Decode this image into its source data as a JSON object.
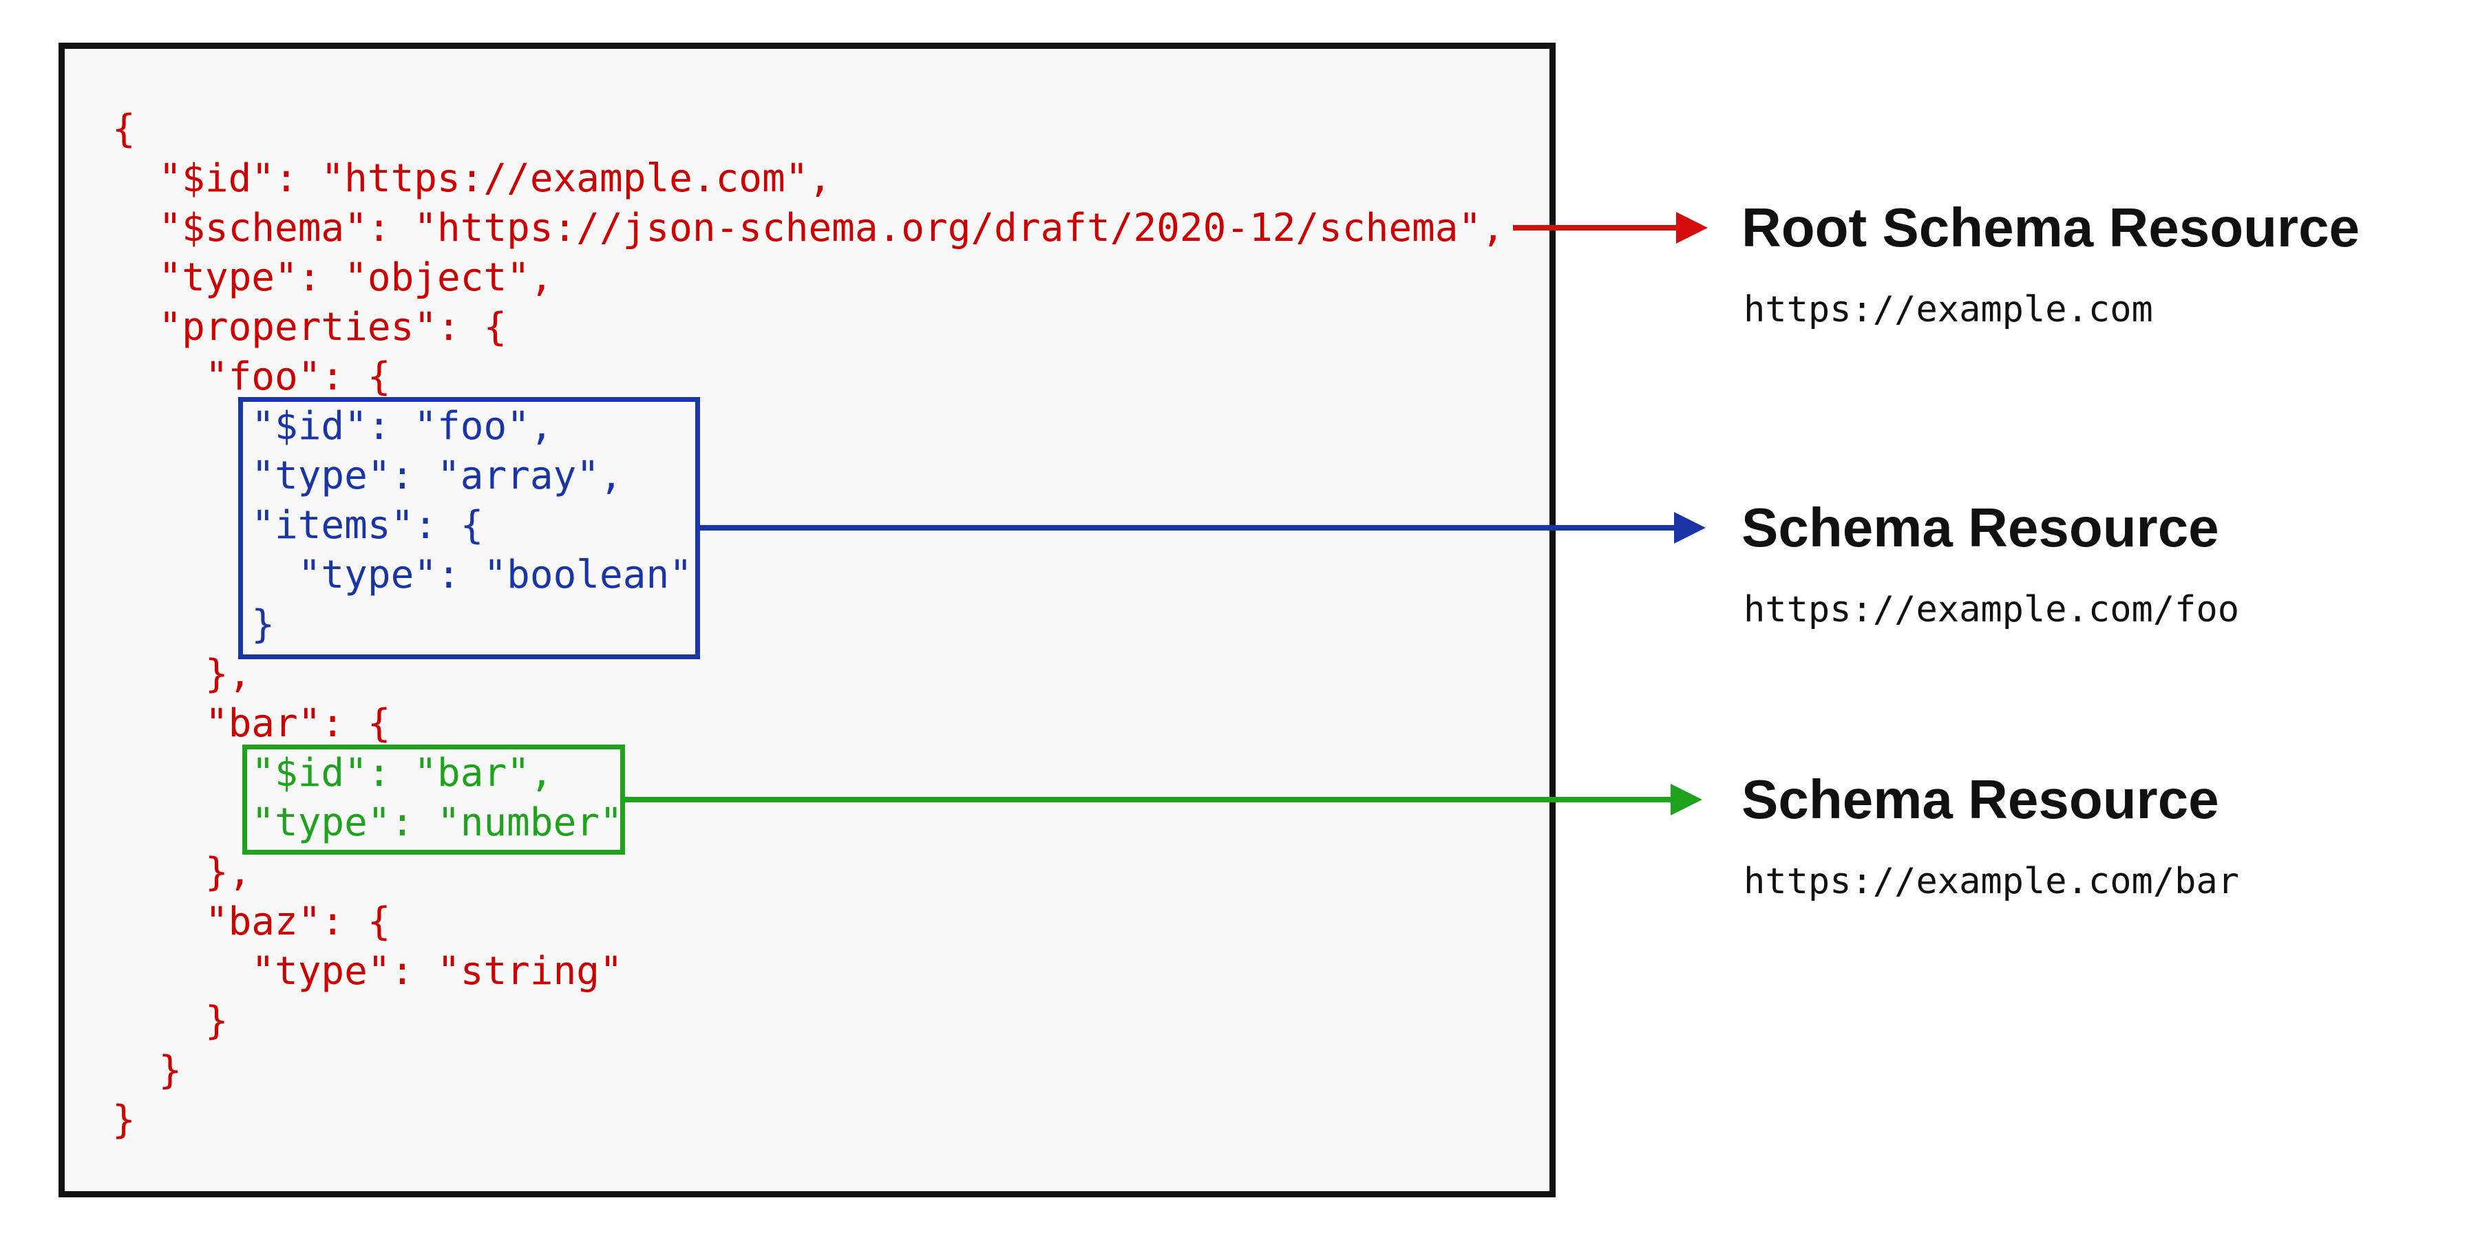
{
  "colors": {
    "code_default": "#cc0000",
    "foo_schema": "#1a35a6",
    "bar_schema": "#1fa31f",
    "label_text": "#111111",
    "panel_background": "#f8f8f8",
    "panel_border": "#111111",
    "root_arrow": "#d40d0d",
    "foo_arrow": "#1a35a6",
    "bar_arrow": "#1fa31f"
  },
  "code": {
    "lines": [
      {
        "text": "{",
        "color": "red"
      },
      {
        "text": "  \"$id\": \"https://example.com\",",
        "color": "red"
      },
      {
        "text": "  \"$schema\": \"https://json-schema.org/draft/2020-12/schema\",",
        "color": "red"
      },
      {
        "text": "  \"type\": \"object\",",
        "color": "red"
      },
      {
        "text": "  \"properties\": {",
        "color": "red"
      },
      {
        "text": "    \"foo\": {",
        "color": "red"
      },
      {
        "text": "      \"$id\": \"foo\",",
        "color": "blue"
      },
      {
        "text": "      \"type\": \"array\",",
        "color": "blue"
      },
      {
        "text": "      \"items\": {",
        "color": "blue"
      },
      {
        "text": "        \"type\": \"boolean\"",
        "color": "blue"
      },
      {
        "text": "      }",
        "color": "blue"
      },
      {
        "text": "    },",
        "color": "red"
      },
      {
        "text": "    \"bar\": {",
        "color": "red"
      },
      {
        "text": "      \"$id\": \"bar\",",
        "color": "green"
      },
      {
        "text": "      \"type\": \"number\"",
        "color": "green"
      },
      {
        "text": "    },",
        "color": "red"
      },
      {
        "text": "    \"baz\": {",
        "color": "red"
      },
      {
        "text": "      \"type\": \"string\"",
        "color": "red"
      },
      {
        "text": "    }",
        "color": "red"
      },
      {
        "text": "  }",
        "color": "red"
      },
      {
        "text": "}",
        "color": "red"
      }
    ]
  },
  "labels": [
    {
      "title": "Root Schema Resource",
      "uri": "https://example.com"
    },
    {
      "title": "Schema Resource",
      "uri": "https://example.com/foo"
    },
    {
      "title": "Schema Resource",
      "uri": "https://example.com/bar"
    }
  ]
}
